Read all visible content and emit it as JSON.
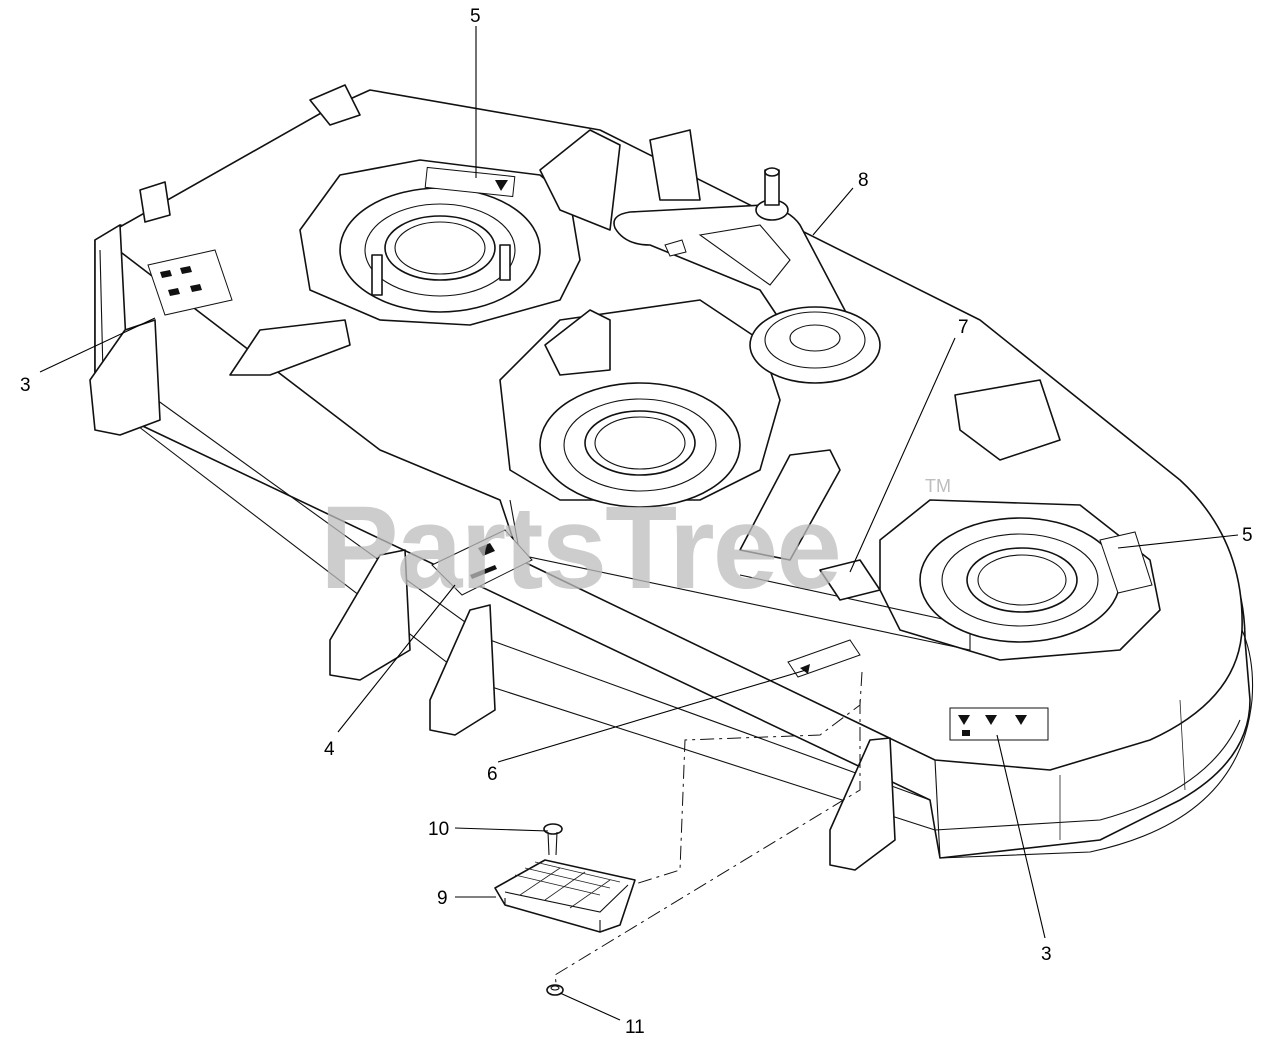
{
  "watermark": {
    "text": "PartsTree",
    "trademark": "TM"
  },
  "callouts": [
    {
      "id": "c5-top",
      "label": "5"
    },
    {
      "id": "c8",
      "label": "8"
    },
    {
      "id": "c7",
      "label": "7"
    },
    {
      "id": "c3-left",
      "label": "3"
    },
    {
      "id": "c5-right",
      "label": "5"
    },
    {
      "id": "c4",
      "label": "4"
    },
    {
      "id": "c6",
      "label": "6"
    },
    {
      "id": "c10",
      "label": "10"
    },
    {
      "id": "c9",
      "label": "9"
    },
    {
      "id": "c3-right",
      "label": "3"
    },
    {
      "id": "c11",
      "label": "11"
    }
  ],
  "colors": {
    "line": "#111111",
    "background": "#ffffff",
    "watermark": "#bdbdbd"
  }
}
